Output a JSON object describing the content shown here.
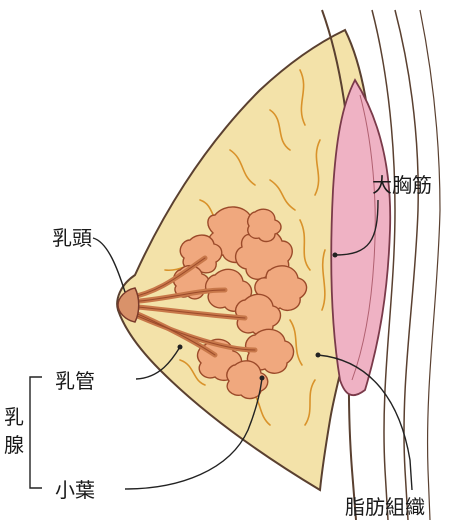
{
  "labels": {
    "pectoralis": "大胸筋",
    "nipple": "乳頭",
    "duct": "乳管",
    "gland_char1": "乳",
    "gland_char2": "腺",
    "lobule": "小葉",
    "fat": "脂肪組織"
  },
  "colors": {
    "fat_fill": "#f3e2a9",
    "muscle_fill": "#efb2c4",
    "gland_fill": "#f0a87e",
    "gland_stroke": "#9b4a2a",
    "vein": "#d9922a",
    "outline": "#5a4030",
    "leader": "#222222"
  }
}
